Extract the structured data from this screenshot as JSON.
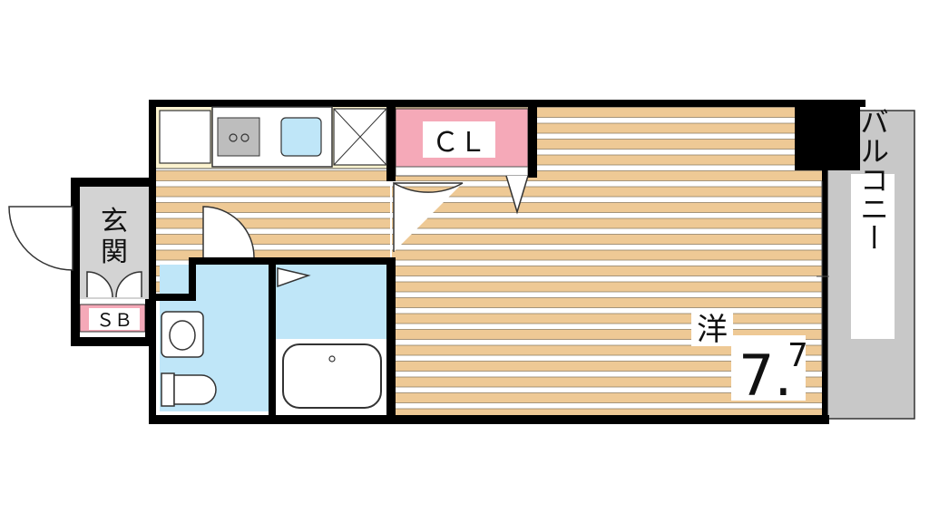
{
  "rooms": {
    "entrance": {
      "label_line1": "玄",
      "label_line2": "関"
    },
    "shoe_box": {
      "label": "ＳＢ"
    },
    "closet": {
      "label": "ＣＬ"
    },
    "western_room": {
      "label": "洋",
      "size_main": "7.",
      "size_sub": "7"
    },
    "balcony": {
      "label": "バルコニー"
    }
  },
  "colors": {
    "wall": "#000000",
    "floor_stripe": "#EEC995",
    "floor_base": "#FFFFFF",
    "kitchen_floor": "#FCF3CF",
    "wet_area": "#BFE6F8",
    "closet_fill": "#F5A9B8",
    "entrance_fill": "#D3D3D3",
    "balcony_fill": "#C8C8C8"
  }
}
